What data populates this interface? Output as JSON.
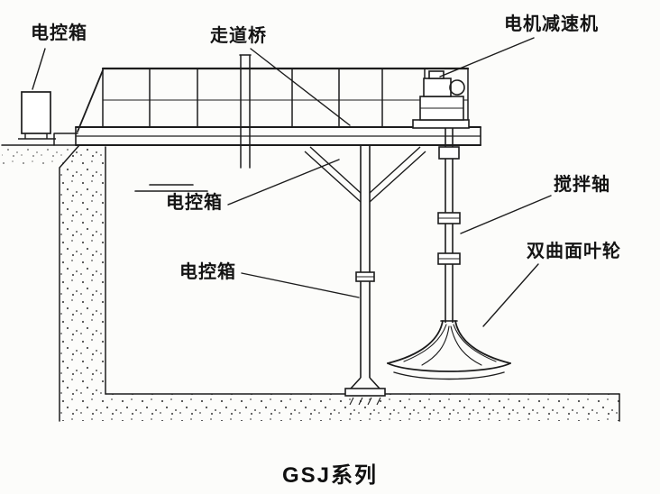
{
  "diagram": {
    "caption": "GSJ系列",
    "labels": {
      "control_box_top": "电控箱",
      "walkway_bridge": "走道桥",
      "motor_reducer": "电机减速机",
      "control_box_mid_upper": "电控箱",
      "control_box_mid_lower": "电控箱",
      "mixing_shaft": "搅拌轴",
      "hyperbolic_impeller": "双曲面叶轮"
    },
    "colors": {
      "line": "#1c1c1c",
      "background": "#fcfcfa"
    }
  }
}
